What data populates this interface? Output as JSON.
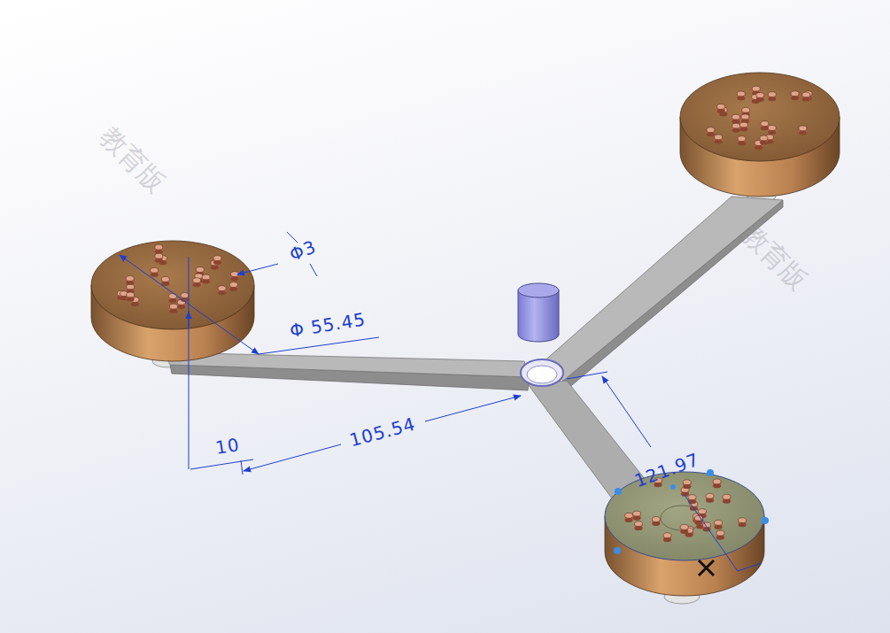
{
  "diagram": {
    "labels": [
      "Φ3",
      "Φ 55.45",
      "10",
      "105.54",
      "121.97",
      "教育版",
      "教育版"
    ]
  }
}
